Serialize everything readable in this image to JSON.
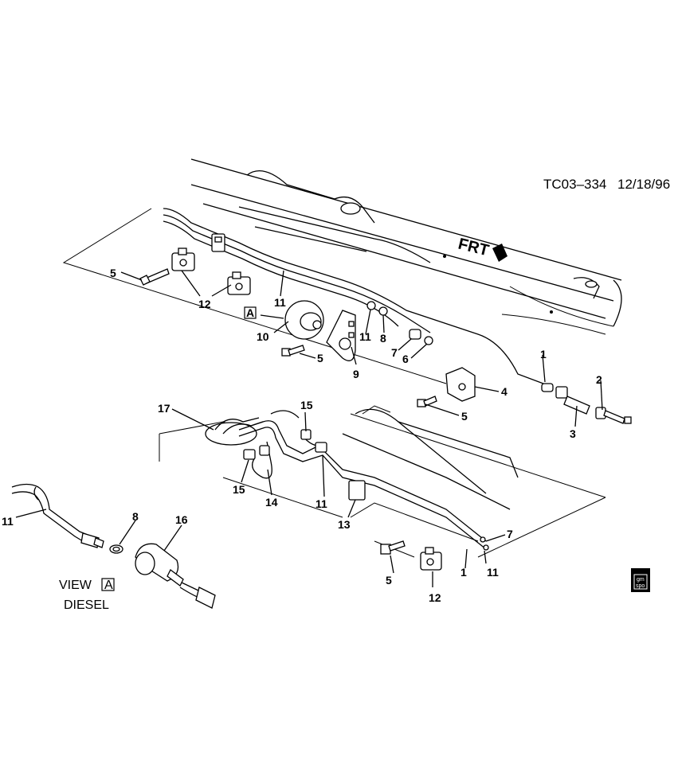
{
  "header": {
    "drawing_code": "TC03–334",
    "date": "12/18/96"
  },
  "direction_label": "FRT",
  "view": {
    "label": "VIEW",
    "box": "A",
    "subtitle": "DIESEL"
  },
  "callout_box": "A",
  "callouts": {
    "c1a": "1",
    "c1b": "1",
    "c2": "2",
    "c3": "3",
    "c4": "4",
    "c5a": "5",
    "c5b": "5",
    "c5c": "5",
    "c5d": "5",
    "c6": "6",
    "c7a": "7",
    "c7b": "7",
    "c8a": "8",
    "c8b": "8",
    "c9": "9",
    "c10": "10",
    "c11a": "11",
    "c11b": "11",
    "c11c": "11",
    "c11d": "11",
    "c11e": "11",
    "c12a": "12",
    "c12b": "12",
    "c13": "13",
    "c14": "14",
    "c15a": "15",
    "c15b": "15",
    "c16": "16",
    "c17": "17"
  },
  "stamp": {
    "line1": "gm",
    "line2": "spo"
  }
}
